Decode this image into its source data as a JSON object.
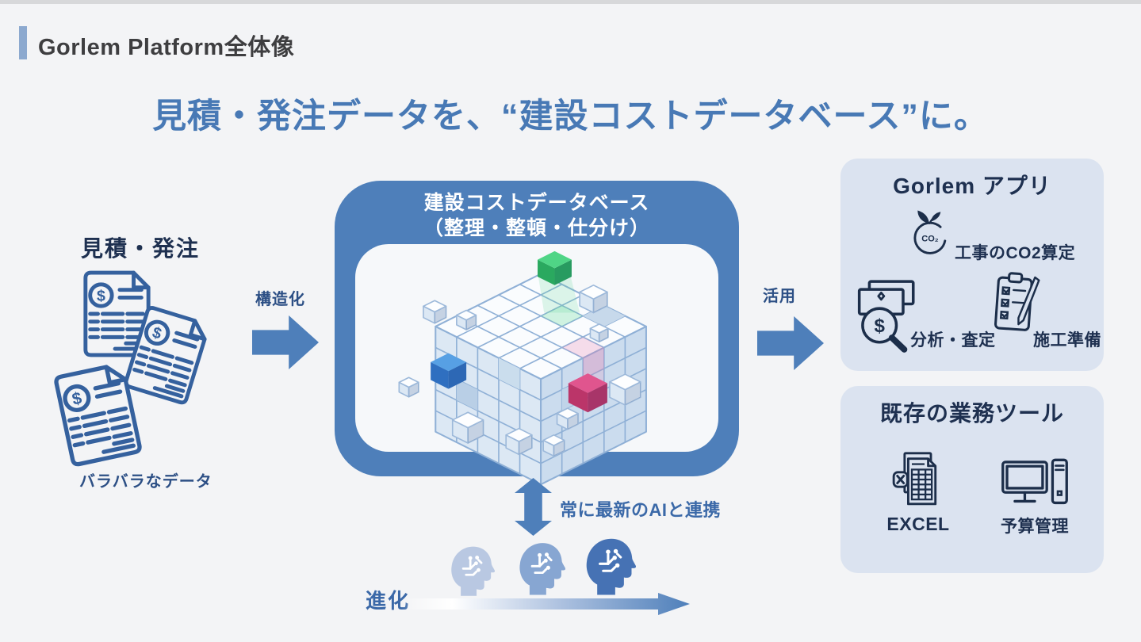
{
  "header": {
    "title": "Gorlem Platform全体像"
  },
  "main_title": "見積・発注データを、“建設コストデータベース”に。",
  "currency_symbol": "$",
  "left_section": {
    "heading": "見積・発注",
    "caption": "バラバラなデータ",
    "icon": "invoice-document-icon"
  },
  "flow": {
    "structuring_label": "構造化",
    "utilization_label": "活用",
    "ai_sync_label": "常に最新のAIと連携",
    "evolution_label": "進化"
  },
  "database_box": {
    "title_line1": "建設コストデータベース",
    "title_line2": "（整理・整頓・仕分け）"
  },
  "gorlem_app_box": {
    "title": "Gorlem アプリ",
    "co2_icon_text": "CO₂",
    "items": [
      {
        "icon": "co2-leaf-icon",
        "label": "工事のCO2算定"
      },
      {
        "icon": "money-magnifier-icon",
        "label": "分析・査定"
      },
      {
        "icon": "clipboard-pen-icon",
        "label": "施工準備"
      }
    ]
  },
  "existing_tools_box": {
    "title": "既存の業務ツール",
    "items": [
      {
        "icon": "excel-spreadsheet-icon",
        "label": "EXCEL"
      },
      {
        "icon": "desktop-computer-icon",
        "label": "予算管理"
      }
    ]
  },
  "colors": {
    "page_bg": "#f3f4f6",
    "accent_blue": "#4e7fba",
    "title_blue": "#4879b5",
    "heading_navy": "#1e3050",
    "label_blue": "#2c4f85",
    "link_blue": "#3b69a8",
    "box_bg": "#dbe3f0",
    "icon_navy": "#1c2e4a",
    "doc_blue": "#35619e",
    "header_text": "#3e3e40",
    "header_bar": "#8ca9cf",
    "head_light": "#b9c8e2",
    "head_mid": "#87a6d2",
    "head_dark": "#4672b4",
    "cube_stroke": "#8fb0d6",
    "cube_face_top": "#fafcfe",
    "cube_face_left": "#dce8f4",
    "cube_face_right": "#cbdcee",
    "cube_green_top": "#4fd586",
    "cube_green_side": "#2aa95f",
    "cube_blue_top": "#57a0e4",
    "cube_blue_side": "#2f6fc0",
    "cube_pink_top": "#e0558e",
    "cube_pink_side": "#bb3569"
  }
}
